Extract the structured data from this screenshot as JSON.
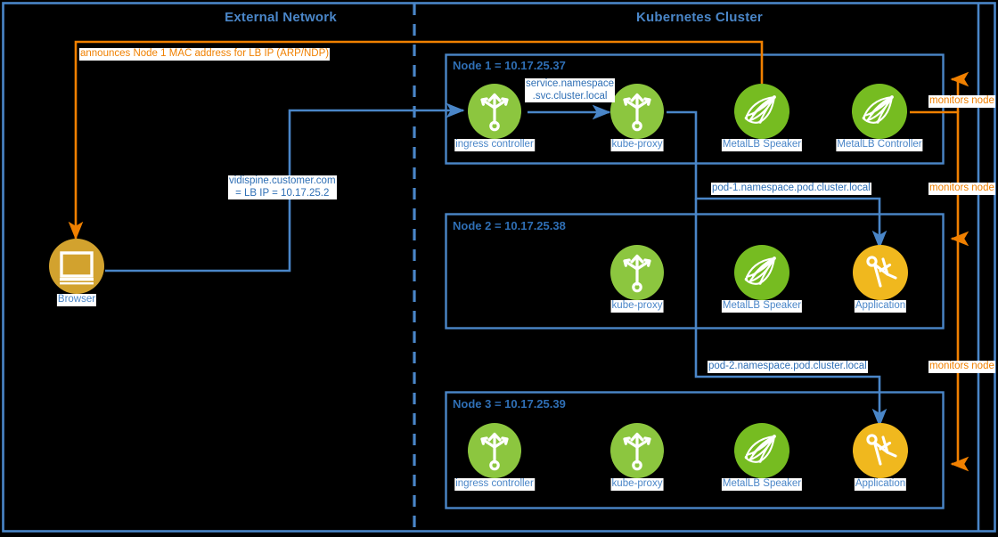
{
  "zones": {
    "external": {
      "title": "External Network"
    },
    "cluster": {
      "title": "Kubernetes Cluster"
    }
  },
  "nodes": [
    {
      "title": "Node 1 = 10.17.25.37"
    },
    {
      "title": "Node 2 = 10.17.25.38"
    },
    {
      "title": "Node 3 = 10.17.25.39"
    }
  ],
  "icons": {
    "browser": {
      "label": "Browser",
      "kind": "browser-icon",
      "color": "#d2a22e"
    },
    "ingress": {
      "label": "ingress controller",
      "kind": "ingress-controller-icon",
      "color": "#8cc63f"
    },
    "kubeproxy": {
      "label": "kube-proxy",
      "kind": "kube-proxy-icon",
      "color": "#8cc63f"
    },
    "speaker": {
      "label": "MetalLB Speaker",
      "kind": "metallb-speaker-icon",
      "color": "#76bc21"
    },
    "controller": {
      "label": "MetalLB Controller",
      "kind": "metallb-controller-icon",
      "color": "#76bc21"
    },
    "application": {
      "label": "Application",
      "kind": "application-icon",
      "color": "#f0b81e"
    }
  },
  "node1_items": [
    {
      "label": "ingress controller"
    },
    {
      "label": "kube-proxy"
    },
    {
      "label": "MetalLB Speaker"
    },
    {
      "label": "MetalLB Controller"
    }
  ],
  "node2_items": [
    {
      "label": "kube-proxy"
    },
    {
      "label": "MetalLB Speaker"
    },
    {
      "label": "Application"
    }
  ],
  "node3_items": [
    {
      "label": "ingress controller"
    },
    {
      "label": "kube-proxy"
    },
    {
      "label": "MetalLB Speaker"
    },
    {
      "label": "Application"
    }
  ],
  "edge_labels": {
    "arp": "announces Node 1 MAC address for LB IP (ARP/NDP)",
    "lb_ip_line1": "vidispine.customer.com",
    "lb_ip_line2": "= LB IP = 10.17.25.2",
    "svc_line1": "service.namespace",
    "svc_line2": ".svc.cluster.local",
    "pod1": "pod-1.namespace.pod.cluster.local",
    "pod2": "pod-2.namespace.pod.cluster.local",
    "monitors1": "monitors node",
    "monitors2": "monitors node",
    "monitors3": "monitors node"
  },
  "colors": {
    "blue_line": "#4a86c8",
    "blue_text": "#2f6fb5",
    "orange": "#f08000",
    "green": "#76bc21",
    "gold": "#f0b81e",
    "bronze": "#d2a22e",
    "background": "#000000"
  }
}
